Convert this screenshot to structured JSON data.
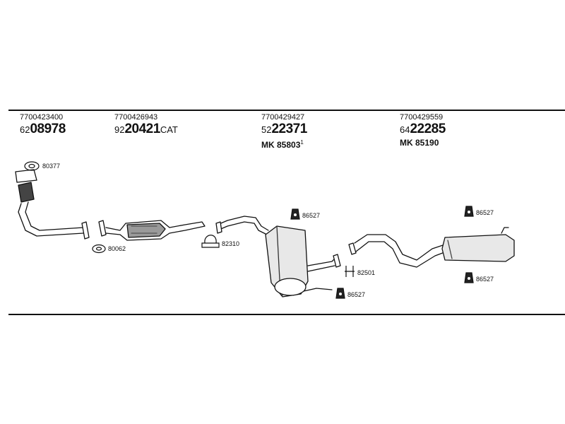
{
  "headers": [
    {
      "oe": "7700423400",
      "prefix": "62",
      "number": "08978",
      "suffix": "",
      "mk": "",
      "mk_sup": ""
    },
    {
      "oe": "7700426943",
      "prefix": "92",
      "number": "20421",
      "suffix": "CAT",
      "mk": "",
      "mk_sup": ""
    },
    {
      "oe": "7700429427",
      "prefix": "52",
      "number": "22371",
      "suffix": "",
      "mk": "MK  85803",
      "mk_sup": "1"
    },
    {
      "oe": "7700429559",
      "prefix": "64",
      "number": "22285",
      "suffix": "",
      "mk": "MK  85190",
      "mk_sup": ""
    }
  ],
  "callouts": {
    "c80377": "80377",
    "c80062": "80062",
    "c82310": "82310",
    "c86527a": "86527",
    "c82501": "82501",
    "c86527b": "86527",
    "c86527c": "86527",
    "c86527d": "86527"
  },
  "icons": [
    "gasket-icon",
    "clamp-icon",
    "rubber-hanger-icon",
    "bracket-icon"
  ]
}
